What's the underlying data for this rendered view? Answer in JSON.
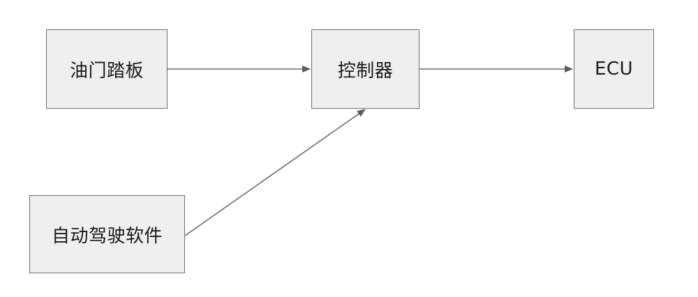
{
  "diagram": {
    "nodes": {
      "pedal": {
        "label": "油门踏板"
      },
      "controller": {
        "label": "控制器"
      },
      "ecu": {
        "label": "ECU"
      },
      "autodrive": {
        "label": "自动驾驶软件"
      }
    },
    "edges": [
      {
        "from": "pedal",
        "to": "controller"
      },
      {
        "from": "controller",
        "to": "ecu"
      },
      {
        "from": "autodrive",
        "to": "controller"
      }
    ],
    "colors": {
      "node_fill": "#efefef",
      "node_border": "#6f6f6f",
      "edge": "#6a6a6a",
      "text": "#1a1a1a"
    }
  }
}
